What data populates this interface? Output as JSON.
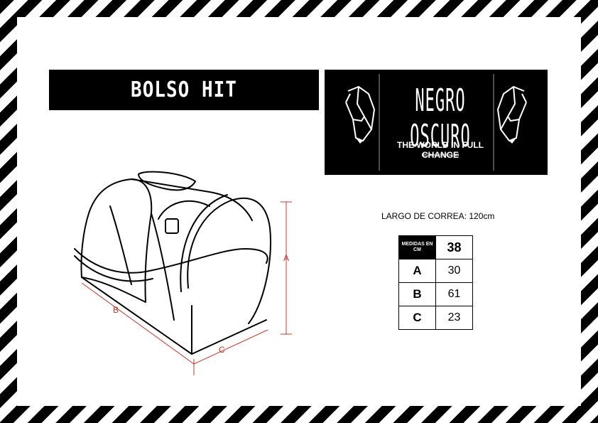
{
  "product": {
    "title": "BOLSO HIT"
  },
  "brand": {
    "name": "NEGRO OSCURO",
    "tagline": "THE WORLD IN FULL CHANGE",
    "url": "NEGROOSCURO.COM"
  },
  "strap": {
    "text": "LARGO DE CORREA: 120cm"
  },
  "measurements": {
    "header_label": "MEDIDAS EN CM",
    "header_value": "38",
    "rows": [
      {
        "label": "A",
        "value": "30"
      },
      {
        "label": "B",
        "value": "61"
      },
      {
        "label": "C",
        "value": "23"
      }
    ]
  },
  "diagram": {
    "label_a": "A",
    "label_b": "B",
    "label_c": "C",
    "dimension_color": "#c0392b"
  },
  "colors": {
    "border_stripes": "#000000",
    "background": "#ffffff"
  }
}
